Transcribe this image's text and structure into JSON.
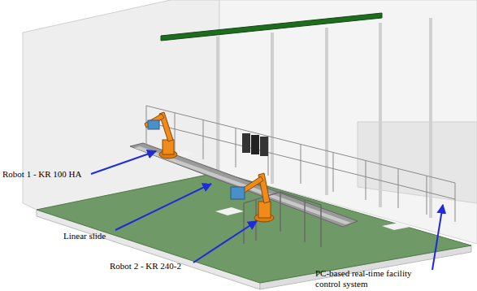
{
  "diagram": {
    "labels": [
      "Robot 1 - KR 100 HA",
      "Linear slide",
      "Robot 2 - KR 240-2",
      "PC-based real-time facility control system"
    ]
  }
}
